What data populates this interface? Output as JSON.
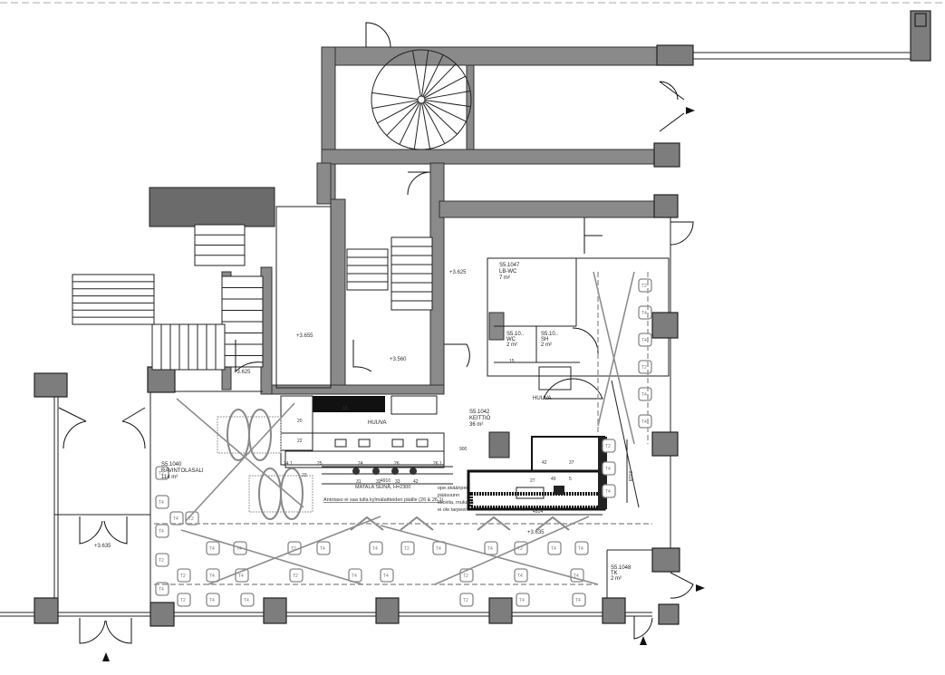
{
  "rooms": {
    "dining": {
      "id": "S5.1040",
      "name": "RAVINTOLASALI",
      "area": "114 m²"
    },
    "kitchen": {
      "id": "S5.1042",
      "name": "KEITTIÖ",
      "area": "36 m²"
    },
    "lbwc": {
      "id": "S5.1047",
      "name": "LB-WC",
      "area": "7 m²"
    },
    "wc": {
      "id": "S5.10..",
      "name": "WC",
      "area": "2 m²"
    },
    "sh": {
      "id": "S5.10..",
      "name": "SH",
      "area": "2 m²"
    },
    "tk": {
      "id": "S5.1048",
      "name": "TK",
      "area": "2 m²"
    }
  },
  "levels": {
    "entry_left": "+3.635",
    "stair_left": "+3.655",
    "stair_mid": "+3.560",
    "corridor": "+3.625",
    "lobby": "+3.625",
    "dining": "+3.635"
  },
  "labels": {
    "hood_1": "HUUVA",
    "hood_2": "HUUVA",
    "low_wall": "MATALA SEINÄ, H=2300",
    "note_counter": "Antotaso ei saa tulla kylmälaitteiden päälle (26 & 26.1)",
    "note_side": [
      "ope.skäänpen",
      "pääsuunn",
      "loiceita, mukaan",
      "ei ole tarpeen"
    ],
    "table": "T4",
    "chair": "T2"
  },
  "dimensions": {
    "counter_length": "4910",
    "counter_depth": "900",
    "kitchen_width": "4514",
    "kitchen_depth": "2318"
  },
  "equipment_numbers": [
    "20",
    "22",
    "24.1",
    "23",
    "25",
    "24",
    "26",
    "26.1",
    "27",
    "31",
    "32",
    "33",
    "42",
    "42",
    "37",
    "40",
    "5",
    "15",
    "18"
  ]
}
